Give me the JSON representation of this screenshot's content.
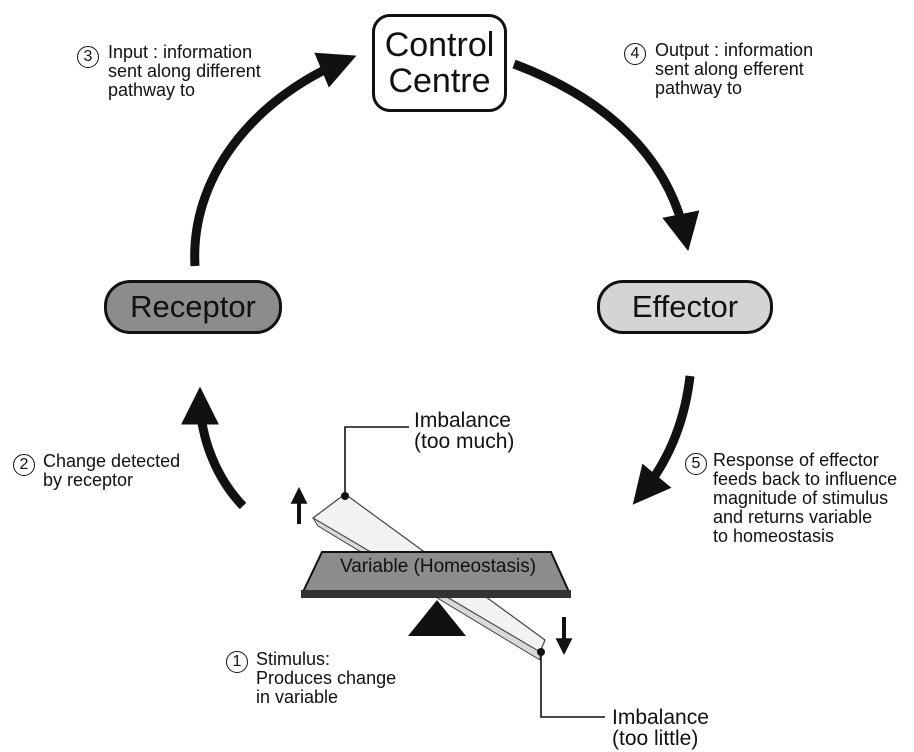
{
  "nodes": {
    "control_centre": "Control\nCentre",
    "receptor": "Receptor",
    "effector": "Effector"
  },
  "steps": [
    {
      "number": "1",
      "text": "Stimulus:\nProduces change\nin variable"
    },
    {
      "number": "2",
      "text": "Change detected\nby receptor"
    },
    {
      "number": "3",
      "text": "Input : information\nsent along different\npathway to"
    },
    {
      "number": "4",
      "text": "Output : information\nsent along efferent\npathway to"
    },
    {
      "number": "5",
      "text": "Response of effector\nfeeds back to influence\nmagnitude of stimulus\nand returns variable\nto homeostasis"
    }
  ],
  "balance": {
    "variable_label": "Variable (Homeostasis)",
    "imbalance_high": "Imbalance\n(too much)",
    "imbalance_low": "Imbalance\n(too little)"
  },
  "colors": {
    "receptor_fill": "#8c8c8c",
    "effector_fill": "#d4d4d4",
    "plank_fill": "#8c8c8c",
    "arrow": "#111111"
  }
}
